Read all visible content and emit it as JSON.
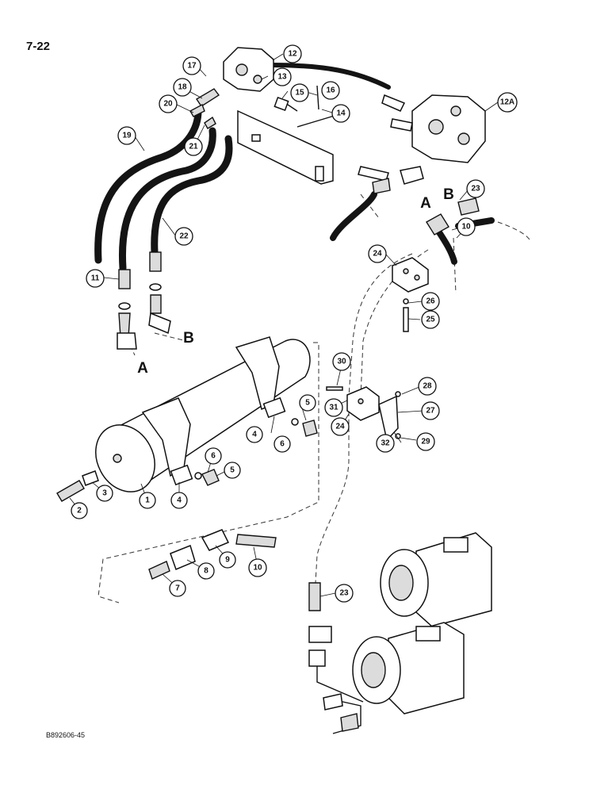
{
  "page_label": "7-22",
  "figure_code": "B892606-45",
  "callouts": [
    {
      "id": "c1",
      "label": "1"
    },
    {
      "id": "c2",
      "label": "2"
    },
    {
      "id": "c3",
      "label": "3"
    },
    {
      "id": "c4a",
      "label": "4"
    },
    {
      "id": "c4b",
      "label": "4"
    },
    {
      "id": "c5a",
      "label": "5"
    },
    {
      "id": "c5b",
      "label": "5"
    },
    {
      "id": "c6a",
      "label": "6"
    },
    {
      "id": "c6b",
      "label": "6"
    },
    {
      "id": "c7",
      "label": "7"
    },
    {
      "id": "c8",
      "label": "8"
    },
    {
      "id": "c9",
      "label": "9"
    },
    {
      "id": "c10a",
      "label": "10"
    },
    {
      "id": "c10b",
      "label": "10"
    },
    {
      "id": "c11",
      "label": "11"
    },
    {
      "id": "c12",
      "label": "12"
    },
    {
      "id": "c12a",
      "label": "12A"
    },
    {
      "id": "c13",
      "label": "13"
    },
    {
      "id": "c14",
      "label": "14"
    },
    {
      "id": "c15",
      "label": "15"
    },
    {
      "id": "c16",
      "label": "16"
    },
    {
      "id": "c17",
      "label": "17"
    },
    {
      "id": "c18",
      "label": "18"
    },
    {
      "id": "c19",
      "label": "19"
    },
    {
      "id": "c20",
      "label": "20"
    },
    {
      "id": "c21",
      "label": "21"
    },
    {
      "id": "c22",
      "label": "22"
    },
    {
      "id": "c23a",
      "label": "23"
    },
    {
      "id": "c23b",
      "label": "23"
    },
    {
      "id": "c24a",
      "label": "24"
    },
    {
      "id": "c24b",
      "label": "24"
    },
    {
      "id": "c25",
      "label": "25"
    },
    {
      "id": "c26",
      "label": "26"
    },
    {
      "id": "c27",
      "label": "27"
    },
    {
      "id": "c28",
      "label": "28"
    },
    {
      "id": "c29",
      "label": "29"
    },
    {
      "id": "c30",
      "label": "30"
    },
    {
      "id": "c31",
      "label": "31"
    },
    {
      "id": "c32",
      "label": "32"
    }
  ],
  "connections": [
    {
      "id": "conn-a-left",
      "label": "A"
    },
    {
      "id": "conn-b-left",
      "label": "B"
    },
    {
      "id": "conn-a-right",
      "label": "A"
    },
    {
      "id": "conn-b-right",
      "label": "B"
    }
  ]
}
